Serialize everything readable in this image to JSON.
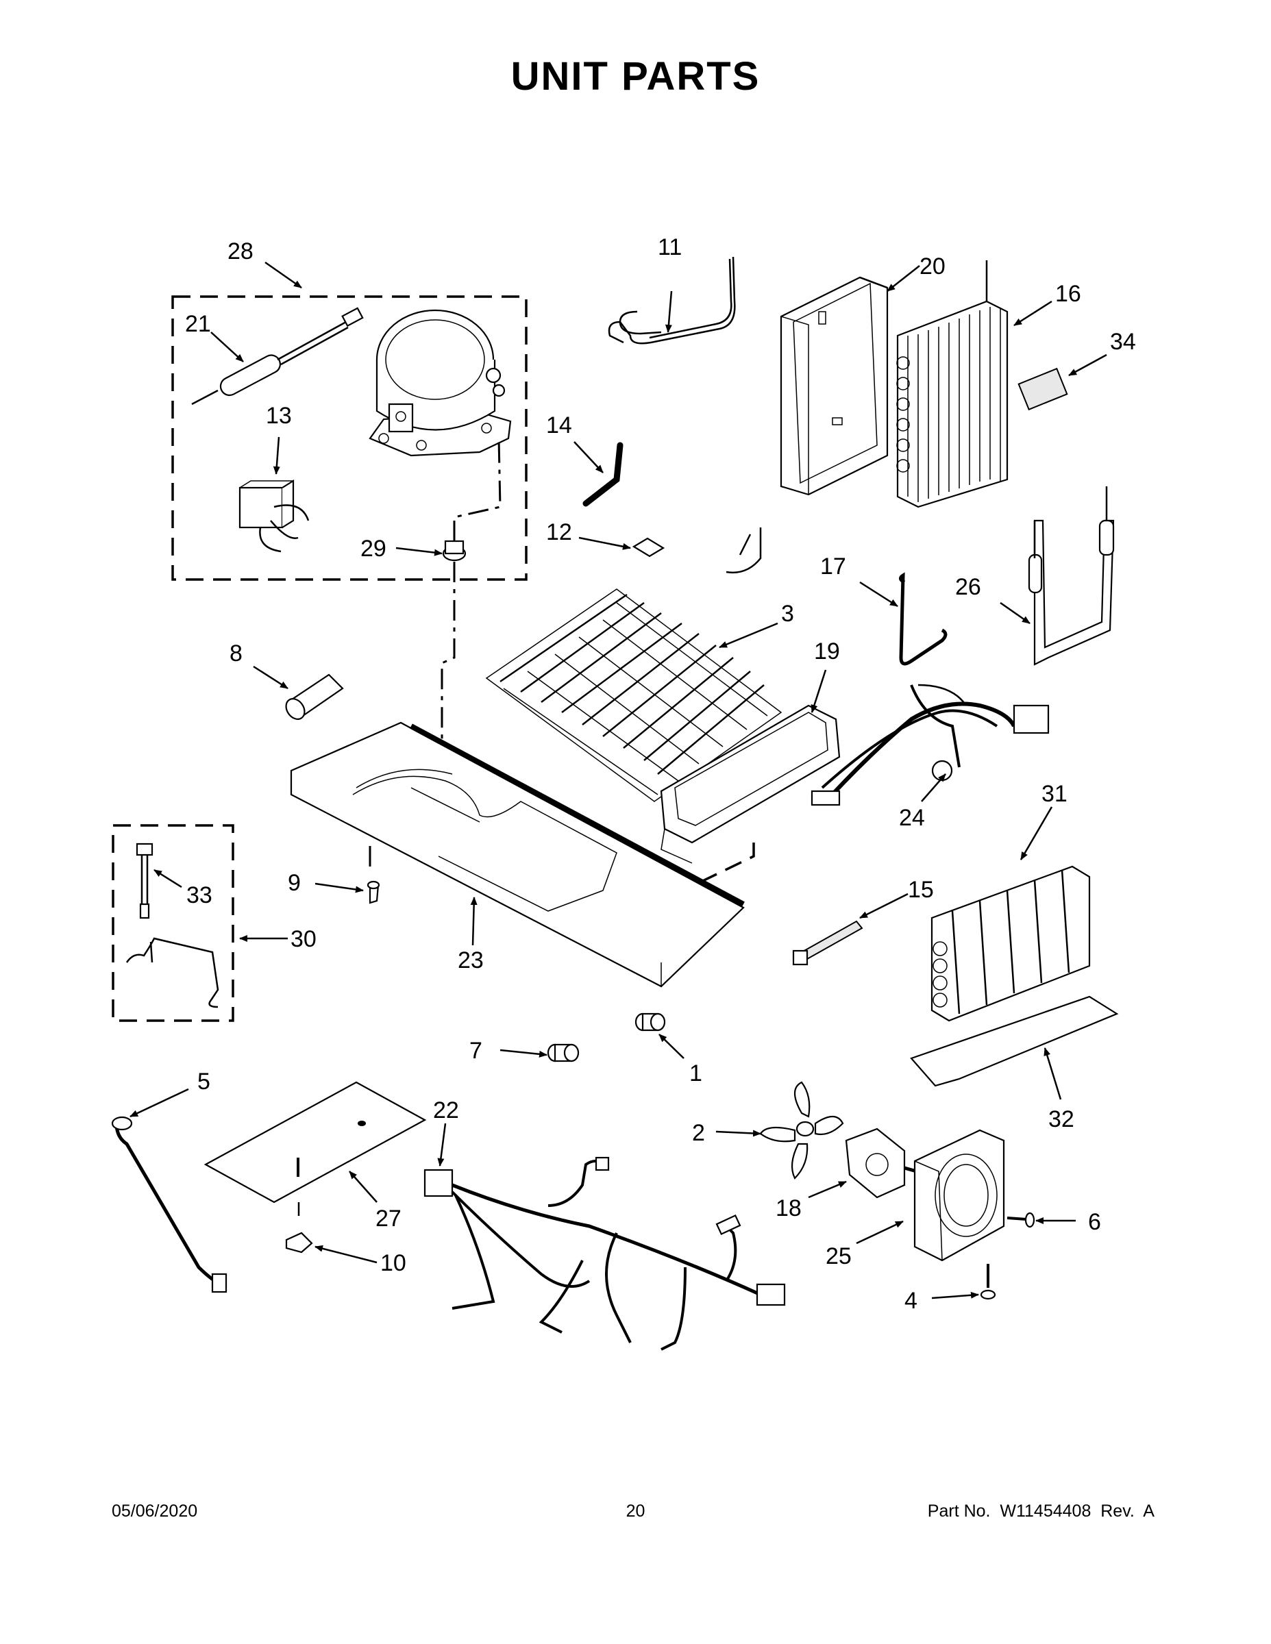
{
  "title": "UNIT PARTS",
  "footer": {
    "date": "05/06/2020",
    "page": "20",
    "part_no": "Part No.  W11454408  Rev.  A"
  },
  "callouts": {
    "c1": "1",
    "c2": "2",
    "c3": "3",
    "c4": "4",
    "c5": "5",
    "c6": "6",
    "c7": "7",
    "c8": "8",
    "c9": "9",
    "c10": "10",
    "c11": "11",
    "c12": "12",
    "c13": "13",
    "c14": "14",
    "c15": "15",
    "c16": "16",
    "c17": "17",
    "c18": "18",
    "c19": "19",
    "c20": "20",
    "c21": "21",
    "c22": "22",
    "c23": "23",
    "c24": "24",
    "c25": "25",
    "c26": "26",
    "c27": "27",
    "c28": "28",
    "c29": "29",
    "c30": "30",
    "c31": "31",
    "c32": "32",
    "c33": "33",
    "c34": "34"
  }
}
